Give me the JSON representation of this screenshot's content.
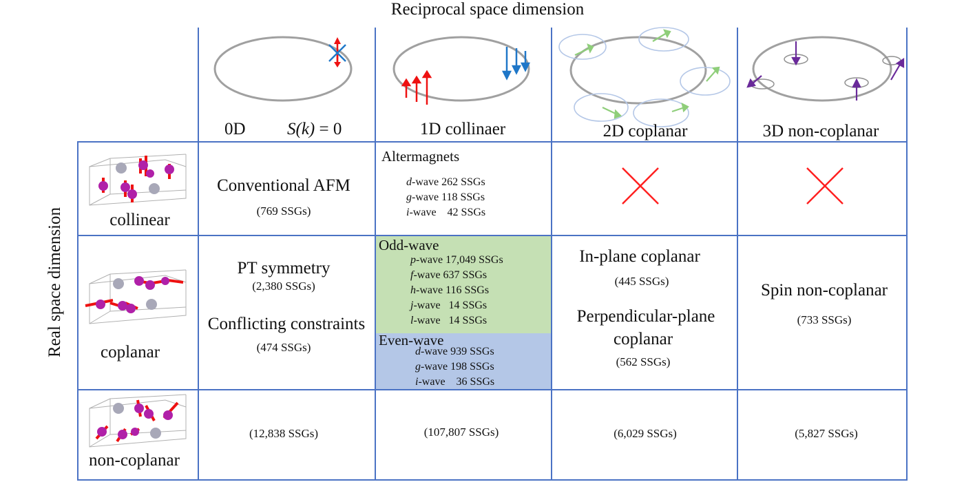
{
  "axes": {
    "column_axis_title": "Reciprocal space dimension",
    "row_axis_title": "Real space dimension"
  },
  "columns": {
    "c0d": {
      "label": "0D",
      "formula_lhs": "S(k)",
      "formula_rhs": "= 0"
    },
    "c1d": {
      "label": "1D collinaer"
    },
    "c2d": {
      "label": "2D coplanar"
    },
    "c3d": {
      "label": "3D non-coplanar"
    }
  },
  "rows": {
    "collinear": {
      "label": "collinear"
    },
    "coplanar": {
      "label": "coplanar"
    },
    "noncoplanar": {
      "label": "non-coplanar"
    }
  },
  "cells": {
    "collinear_0d": {
      "title": "Conventional AFM",
      "count": "(769 SSGs)"
    },
    "collinear_1d": {
      "title": "Altermagnets",
      "items": [
        {
          "wave": "d",
          "suffix": "-wave",
          "count": "262 SSGs"
        },
        {
          "wave": "g",
          "suffix": "-wave",
          "count": "118 SSGs"
        },
        {
          "wave": "i",
          "suffix": "-wave",
          "count": "42 SSGs"
        }
      ]
    },
    "coplanar_0d": {
      "title1": "PT symmetry",
      "count1": "(2,380 SSGs)",
      "title2": "Conflicting constraints",
      "count2": "(474 SSGs)"
    },
    "coplanar_1d": {
      "odd_title": "Odd-wave",
      "odd_items": [
        {
          "wave": "p",
          "suffix": "-wave",
          "count": "17,049 SSGs"
        },
        {
          "wave": "f",
          "suffix": "-wave",
          "count": "637 SSGs"
        },
        {
          "wave": "h",
          "suffix": "-wave",
          "count": "116 SSGs"
        },
        {
          "wave": "j",
          "suffix": "-wave",
          "count": "14 SSGs"
        },
        {
          "wave": "l",
          "suffix": "-wave",
          "count": "14 SSGs"
        }
      ],
      "even_title": "Even-wave",
      "even_items": [
        {
          "wave": "d",
          "suffix": "-wave",
          "count": "939 SSGs"
        },
        {
          "wave": "g",
          "suffix": "-wave",
          "count": "198 SSGs"
        },
        {
          "wave": "i",
          "suffix": "-wave",
          "count": "36 SSGs"
        }
      ]
    },
    "coplanar_2d": {
      "title1": "In-plane coplanar",
      "count1": "(445 SSGs)",
      "title2a": "Perpendicular-plane",
      "title2b": "coplanar",
      "count2": "(562 SSGs)"
    },
    "coplanar_3d": {
      "title": "Spin non-coplanar",
      "count": "(733 SSGs)"
    },
    "noncoplanar_0d": {
      "count": "(12,838 SSGs)"
    },
    "noncoplanar_1d": {
      "count": "(107,807 SSGs)"
    },
    "noncoplanar_2d": {
      "count": "(6,029 SSGs)"
    },
    "noncoplanar_3d": {
      "count": "(5,827 SSGs)"
    }
  },
  "colors": {
    "grid": "#4a72c4",
    "odd_wave_bg": "#c5e0b4",
    "even_wave_bg": "#b4c7e7",
    "forbidden_cross": "#ff2020",
    "spin_up_red": "#ee1111",
    "spin_blue": "#1f77c8",
    "spin_green": "#8fce7a",
    "spin_purple": "#6a2a9a",
    "fermi_ellipse": "#a0a0a0",
    "atom_magenta": "#b020a8",
    "atom_gray": "#a8a8b8"
  }
}
